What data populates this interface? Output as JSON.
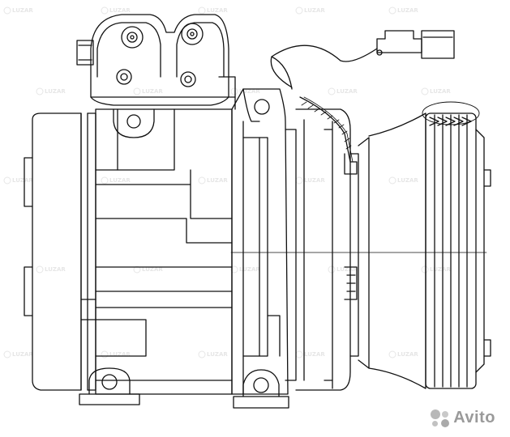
{
  "drawing": {
    "subject": "AC compressor line drawing",
    "stroke_color": "#111111",
    "background": "#ffffff"
  },
  "watermark": {
    "text": "LUZAR",
    "color": "#e6e6e6"
  },
  "brand_badge": {
    "text": "Avito",
    "color": "#9a9a9a"
  }
}
